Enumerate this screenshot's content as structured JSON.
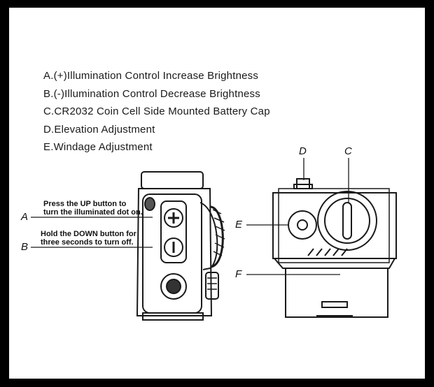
{
  "legend": [
    "A.(+)Illumination Control Increase Brightness",
    "B.(-)Illumination Control Decrease Brightness",
    "C.CR2032 Coin Cell Side Mounted Battery Cap",
    "D.Elevation Adjustment",
    "E.Windage Adjustment"
  ],
  "notes": {
    "up": [
      "Press the UP button to",
      "turn the illuminated dot on."
    ],
    "down": [
      "Hold the DOWN button for",
      "three seconds to turn off."
    ]
  },
  "callouts": {
    "a": "A",
    "b": "B",
    "c": "C",
    "d": "D",
    "e": "E",
    "f": "F"
  },
  "colors": {
    "frame": "#000000",
    "background": "#ffffff",
    "ink": "#1a1a1a"
  },
  "icons": [
    "plus-button-icon",
    "minus-button-icon",
    "battery-cap-icon",
    "windage-turret-icon",
    "elevation-turret-icon"
  ]
}
